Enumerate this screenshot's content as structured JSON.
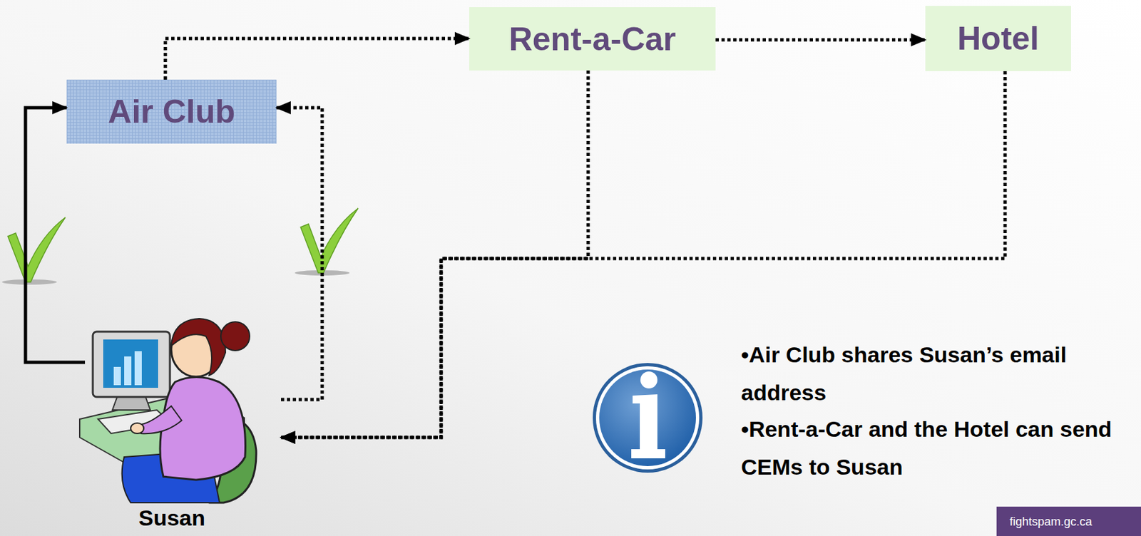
{
  "diagram": {
    "nodes": [
      {
        "text": [
          "Air Club"
        ]
      },
      {
        "text": [
          "Rent-a-Car"
        ]
      },
      {
        "text": [
          "Hotel"
        ]
      },
      {
        "text": [
          "Susan"
        ]
      }
    ],
    "edges": [
      {
        "from": 3,
        "to": 0,
        "arrow": "to"
      },
      {
        "from": 3,
        "to": 0,
        "arrow": "to"
      },
      {
        "from": 0,
        "to": 1,
        "arrow": "to"
      },
      {
        "from": 1,
        "to": 2,
        "arrow": "to"
      },
      {
        "from": 1,
        "to": 3,
        "arrow": "to"
      },
      {
        "from": 2,
        "to": 3,
        "arrow": "to"
      }
    ],
    "labels": [
      "•Air Club shares Susan’s email address",
      "•Rent-a-Car and the Hotel can send CEMs to Susan",
      "fightspam.gc.ca"
    ]
  }
}
